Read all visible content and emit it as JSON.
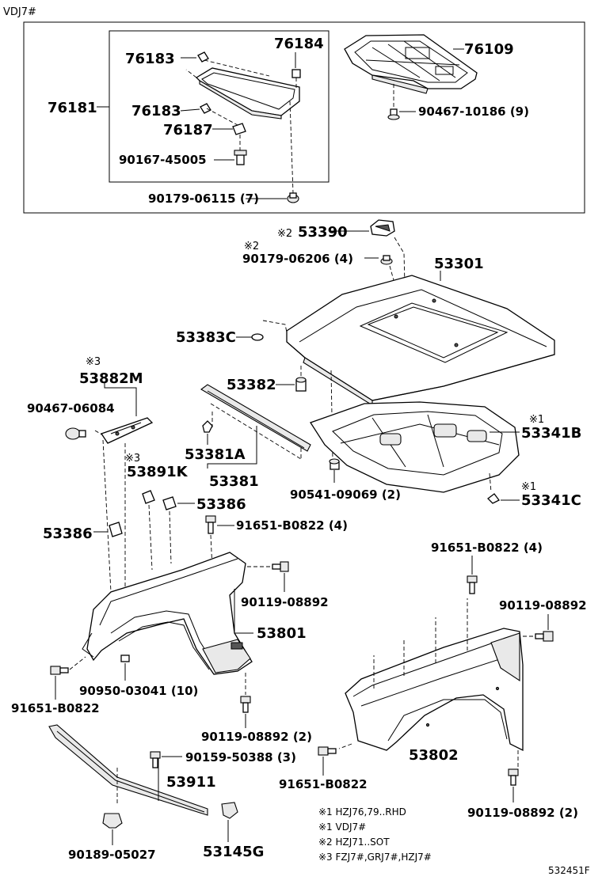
{
  "model_tag": "VDJ7#",
  "diagram_id": "532451F",
  "labels": {
    "p76181": "76181",
    "p76183a": "76183",
    "p76183b": "76183",
    "p76184": "76184",
    "p76187": "76187",
    "p9016745005": "90167-45005",
    "p9017906115": "90179-06115 (7)",
    "p76109": "76109",
    "p9046710186": "90467-10186 (9)",
    "p53390": "53390",
    "p53390_mark": "※2",
    "p9017906206": "90179-06206 (4)",
    "p9017906206_mark": "※2",
    "p53301": "53301",
    "p53383c": "53383C",
    "p53382": "53382",
    "p53882m": "53882M",
    "p53882m_mark": "※3",
    "p9046706084": "90467-06084",
    "p53381a": "53381A",
    "p53381": "53381",
    "p53341b": "53341B",
    "p53341b_mark": "※1",
    "p53341c": "53341C",
    "p53341c_mark": "※1",
    "p9054109069": "90541-09069 (2)",
    "p53891k": "53891K",
    "p53891k_mark": "※3",
    "p53386a": "53386",
    "p53386b": "53386",
    "p91651b0822_4a": "91651-B0822 (4)",
    "p91651b0822_4b": "91651-B0822 (4)",
    "p9011908892a": "90119-08892",
    "p9011908892b": "90119-08892",
    "p53801": "53801",
    "p9095003041": "90950-03041 (10)",
    "p91651b0822a": "91651-B0822",
    "p91651b0822b": "91651-B0822",
    "p9011908892_2a": "90119-08892 (2)",
    "p9011908892_2b": "90119-08892 (2)",
    "p53802": "53802",
    "p9015950388": "90159-50388 (3)",
    "p53911": "53911",
    "p9018905027": "90189-05027",
    "p53145g": "53145G"
  },
  "notes": [
    "※1 HZJ76,79..RHD",
    "※1 VDJ7#",
    "※2 HZJ71..SOT",
    "※3 FZJ7#,GRJ7#,HZJ7#"
  ]
}
